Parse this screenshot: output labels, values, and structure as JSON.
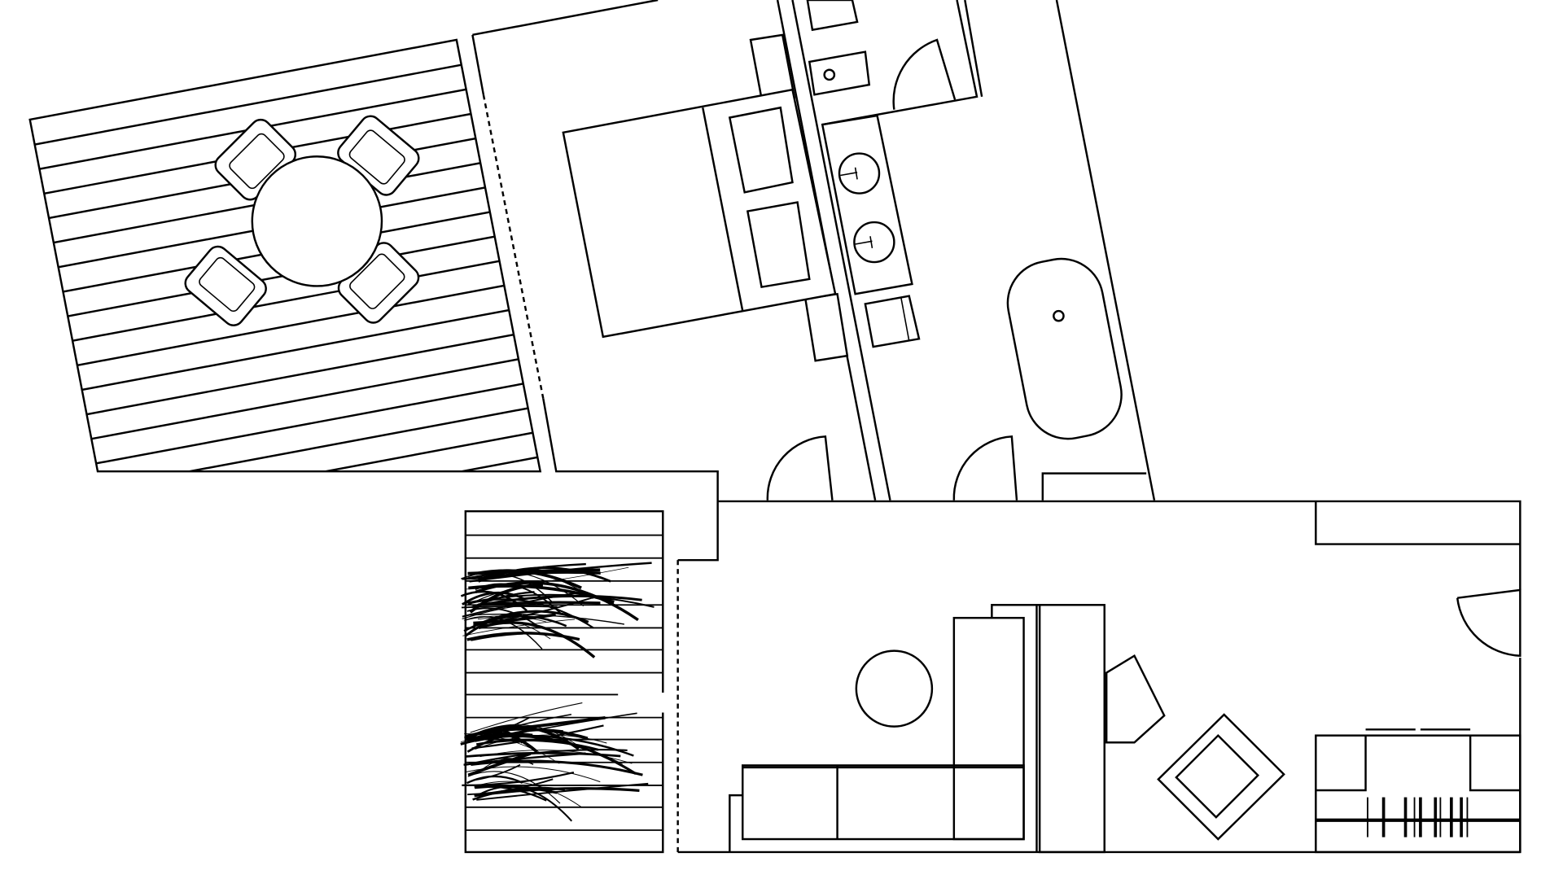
{
  "plan": {
    "colors": {
      "line": "#000000",
      "background": "#ffffff"
    },
    "deck_stripes": 15,
    "chairs_on_deck": 4,
    "planter_grass_clumps": 2
  }
}
